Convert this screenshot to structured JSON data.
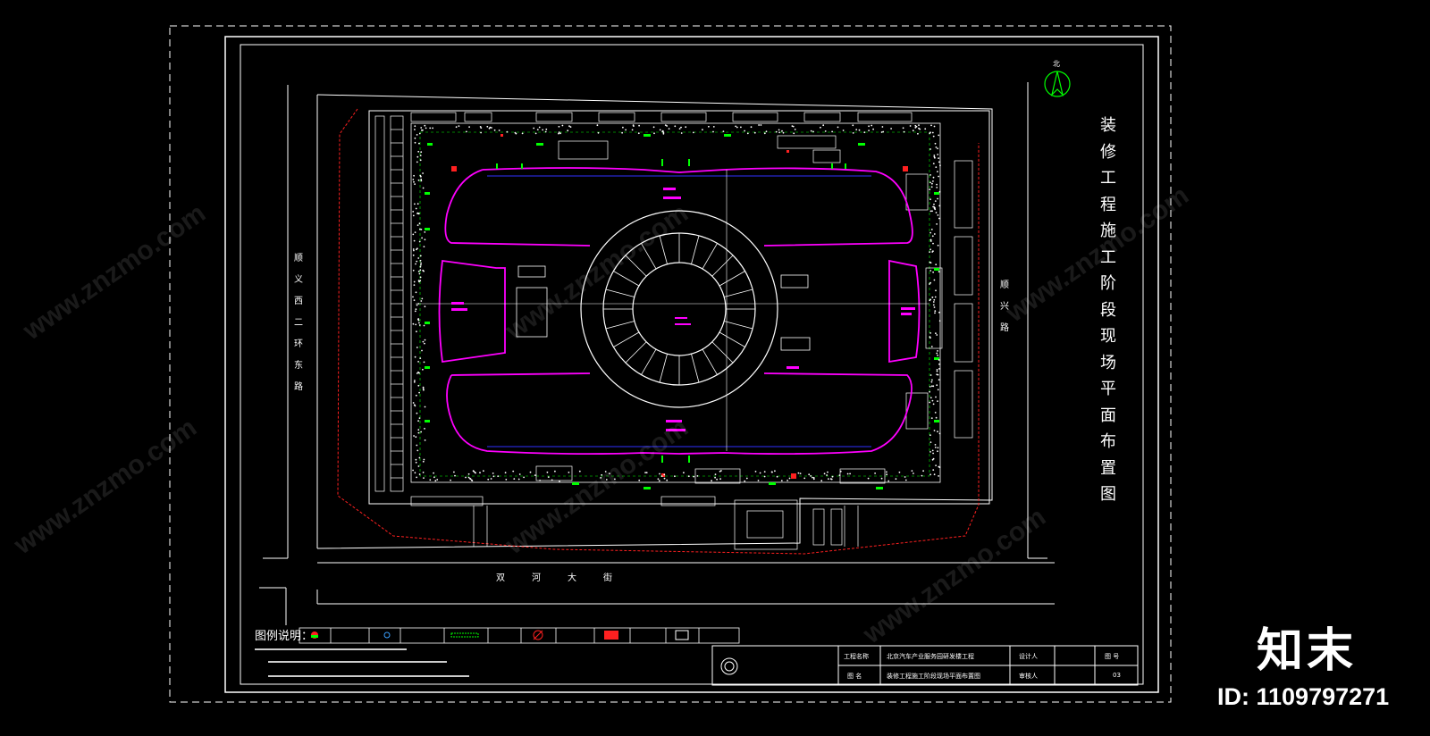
{
  "drawing": {
    "title": "装修工程施工阶段现场平面布置图",
    "north_label": "北"
  },
  "roads": {
    "west": "顺义西二环东路",
    "east": "顺兴路",
    "south": "双河大街"
  },
  "legend": {
    "title": "图例说明："
  },
  "title_block": {
    "project_label": "工程名称",
    "project_name": "北京汽车产业服务园研发楼工程",
    "drawing_label": "图 名",
    "drawing_name": "装修工程施工阶段现场平面布置图",
    "designer_label": "设计人",
    "reviewer_label": "审核人",
    "sheet_label": "图 号",
    "sheet_no": "03"
  },
  "branding": {
    "brand": "知末",
    "image_id": "ID: 1109797271",
    "watermark": "www.znzmo.com"
  },
  "colors": {
    "background": "#000000",
    "line": "#ffffff",
    "accent_magenta": "#ff00ff",
    "accent_green": "#00ff00",
    "accent_red": "#ff2020",
    "accent_blue": "#3030ff"
  }
}
